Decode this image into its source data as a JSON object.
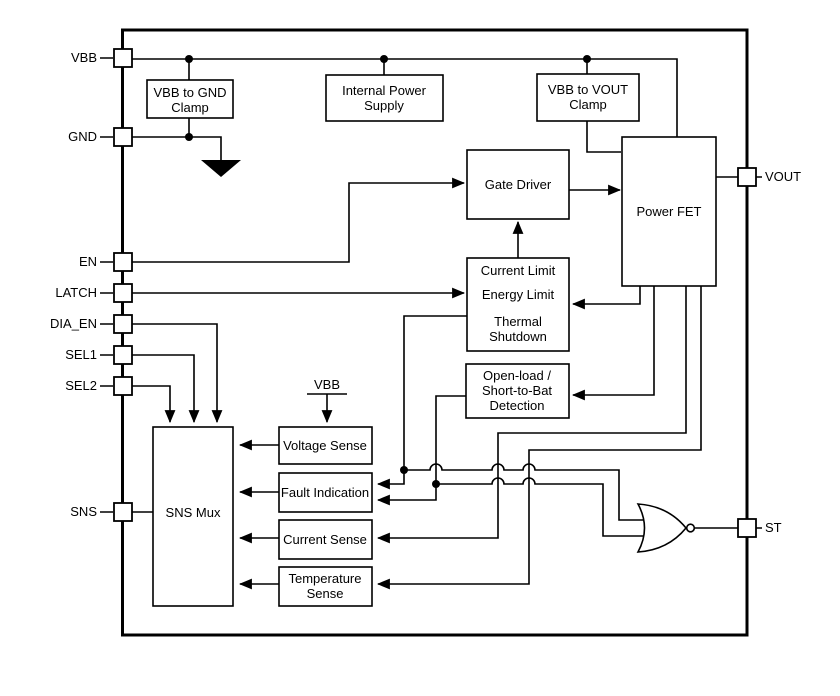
{
  "pins": {
    "vbb": "VBB",
    "gnd": "GND",
    "en": "EN",
    "latch": "LATCH",
    "dia_en": "DIA_EN",
    "sel1": "SEL1",
    "sel2": "SEL2",
    "sns": "SNS",
    "vout": "VOUT",
    "st": "ST"
  },
  "blocks": {
    "vbb_gnd_clamp": {
      "l1": "VBB to GND",
      "l2": "Clamp"
    },
    "internal_power_supply": {
      "l1": "Internal Power",
      "l2": "Supply"
    },
    "vbb_vout_clamp": {
      "l1": "VBB to VOUT",
      "l2": "Clamp"
    },
    "gate_driver": {
      "l1": "Gate Driver"
    },
    "protection": {
      "l1": "Current Limit",
      "l2": "Energy Limit",
      "l3": "Thermal",
      "l4": "Shutdown"
    },
    "power_fet": {
      "l1": "Power FET"
    },
    "open_load_detection": {
      "l1": "Open-load /",
      "l2": "Short-to-Bat",
      "l3": "Detection"
    },
    "sns_mux": {
      "l1": "SNS Mux"
    },
    "voltage_sense": {
      "l1": "Voltage Sense"
    },
    "fault_indication": {
      "l1": "Fault Indication"
    },
    "current_sense": {
      "l1": "Current Sense"
    },
    "temperature_sense": {
      "l1": "Temperature",
      "l2": "Sense"
    }
  },
  "labels": {
    "vbb_internal_ref": "VBB"
  },
  "colors": {
    "line": "#000000",
    "background": "#ffffff",
    "box_fill": "#ffffff"
  }
}
